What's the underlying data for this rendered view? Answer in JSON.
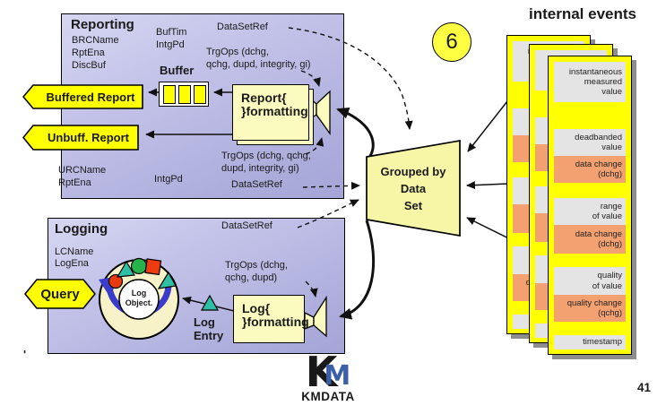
{
  "page": {
    "number": "41",
    "stray_mark": "'"
  },
  "badge": {
    "number": "6"
  },
  "reporting": {
    "title": "Reporting",
    "brcname": "BRCName",
    "rptena": "RptEna",
    "discbuf": "DiscBuf",
    "buftim": "BufTim",
    "intgpd": "IntgPd",
    "datasetref_top": "DataSetRef",
    "trgops_top_l1": "TrgOps (dchg,",
    "trgops_top_l2": "qchg, dupd, integrity, gi)",
    "buffer_label": "Buffer",
    "buffered_report": "Buffered Report",
    "unbuff_report": "Unbuff. Report",
    "fmt_l1": "Report",
    "fmt_l2": "formatting",
    "urcname": "URCName",
    "rptena2": "RptEna",
    "intgpd2": "IntgPd",
    "trgops_bot_l1": "TrgOps (dchg, qchg,",
    "trgops_bot_l2": "dupd, integrity, gi)",
    "datasetref_bot": "DataSetRef"
  },
  "logging": {
    "title": "Logging",
    "lcname": "LCName",
    "logena": "LogEna",
    "datasetref": "DataSetRef",
    "trgops_l1": "TrgOps (dchg,",
    "trgops_l2": "qchg, dupd)",
    "query": "Query",
    "log_object": "Log\nObject.",
    "log_entry": "Log\nEntry",
    "fmt_l1": "Log",
    "fmt_l2": "formatting"
  },
  "grouped": {
    "label": "Grouped by\nData\nSet"
  },
  "internal_events": {
    "title": "internal events",
    "segments": [
      {
        "text": "instantaneous\nmeasured\nvalue",
        "type": "gray"
      },
      {
        "text": "deadbanded\nvalue",
        "type": "gray"
      },
      {
        "text": "data change\n(dchg)",
        "type": "orange"
      },
      {
        "text": "range\nof value",
        "type": "gray"
      },
      {
        "text": "data change\n(dchg)",
        "type": "orange"
      },
      {
        "text": "quality\nof value",
        "type": "gray"
      },
      {
        "text": "quality change\n(qchg)",
        "type": "orange"
      },
      {
        "text": "timestamp",
        "type": "gray"
      }
    ]
  },
  "logo": {
    "k": "K",
    "m": "M",
    "name": "KMDATA"
  },
  "colors": {
    "bright_yellow": "#ffff00",
    "pale_yellow": "#f6f6a6",
    "box_yellow": "#fbfbc0",
    "ring_yellow": "#f8f2c8",
    "purple_top": "#d6d6f2",
    "purple_bottom": "#a4a4d7",
    "orange": "#f4a171",
    "gray": "#e4e4e4",
    "shadow_gray": "#8d8d8d",
    "blue_arrow": "#3c3ccc",
    "logo_blue": "#3a5fa8",
    "teal": "#2fbfa4",
    "green": "#28b24b",
    "red": "#e83a0e",
    "red_square": "#ee3b11"
  }
}
